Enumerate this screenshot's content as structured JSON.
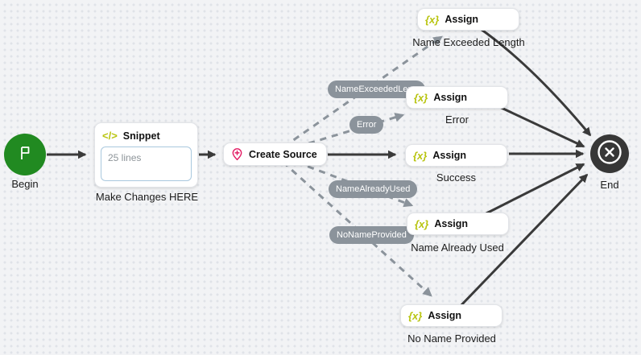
{
  "diagram": {
    "nodes": {
      "begin": {
        "label": "Begin"
      },
      "snippet": {
        "icon": "</>",
        "title": "Snippet",
        "content": "25 lines",
        "label": "Make Changes HERE"
      },
      "create_source": {
        "title": "Create Source"
      },
      "assign_name_exceeded_length": {
        "icon": "{x}",
        "title": "Assign",
        "label": "Name Exceeded Length"
      },
      "assign_error": {
        "icon": "{x}",
        "title": "Assign",
        "label": "Error"
      },
      "assign_success": {
        "icon": "{x}",
        "title": "Assign",
        "label": "Success"
      },
      "assign_name_already_used": {
        "icon": "{x}",
        "title": "Assign",
        "label": "Name Already Used"
      },
      "assign_no_name_provided": {
        "icon": "{x}",
        "title": "Assign",
        "label": "No Name Provided"
      },
      "end": {
        "label": "End"
      }
    },
    "edge_labels": {
      "name_exceeded_length": "NameExceededLeng",
      "error": "Error",
      "name_already_used": "NameAlreadyUsed",
      "no_name_provided": "NoNameProvided"
    },
    "colors": {
      "begin_green": "#218a21",
      "accent_yellow_green": "#b8c40f",
      "create_source_pink": "#e31c64",
      "solid_edge": "#3a3a3a",
      "dashed_edge": "#8b939b",
      "end_node_dark": "#373737",
      "canvas_bg": "#f2f3f5",
      "canvas_dot": "#e0e3e8"
    }
  }
}
